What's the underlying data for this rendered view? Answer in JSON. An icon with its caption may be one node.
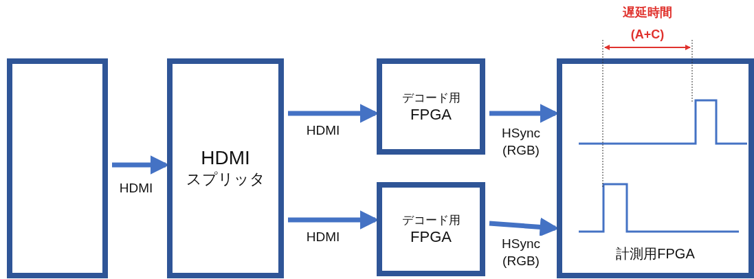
{
  "diagram": {
    "nodes": [
      {
        "text": [],
        "shape": "box"
      },
      {
        "text": [
          "HDMI",
          "スプリッタ"
        ]
      },
      {
        "text": [
          "デコード用",
          "FPGA"
        ]
      },
      {
        "text": [
          "デコード用",
          "FPGA"
        ]
      },
      {
        "text": [
          "計測用FPGA"
        ]
      }
    ],
    "edges": [
      {
        "from": 0,
        "to": 1,
        "arrow": "to",
        "label": "HDMI"
      },
      {
        "from": 1,
        "to": 2,
        "arrow": "to",
        "label": "HDMI"
      },
      {
        "from": 1,
        "to": 3,
        "arrow": "to",
        "label": "HDMI"
      },
      {
        "from": 2,
        "to": 4,
        "arrow": "to",
        "label": "HSync (RGB)"
      },
      {
        "from": 3,
        "to": 4,
        "arrow": "to",
        "label": "HSync (RGB)"
      }
    ],
    "labels": [
      "遅延時間",
      "(A+C)"
    ]
  }
}
